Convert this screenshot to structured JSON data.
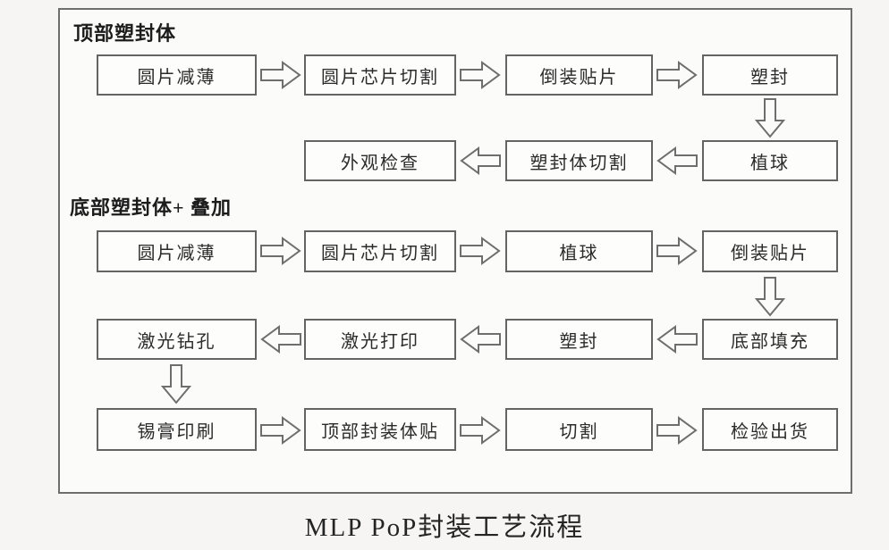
{
  "flow": {
    "section1_title": "顶部塑封体",
    "section2_title": "底部塑封体+ 叠加",
    "caption": "MLP PoP封装工艺流程",
    "rows": [
      {
        "direction": "right",
        "boxes": [
          "圆片减薄",
          "圆片芯片切割",
          "倒装贴片",
          "塑封"
        ]
      },
      {
        "direction": "left",
        "boxes": [
          "外观检查",
          "塑封体切割",
          "植球"
        ]
      },
      {
        "direction": "right",
        "boxes": [
          "圆片减薄",
          "圆片芯片切割",
          "植球",
          "倒装贴片"
        ]
      },
      {
        "direction": "left",
        "boxes": [
          "激光钻孔",
          "激光打印",
          "塑封",
          "底部填充"
        ]
      },
      {
        "direction": "right",
        "boxes": [
          "锡膏印刷",
          "顶部封装体贴",
          "切割",
          "检验出货"
        ]
      }
    ],
    "colors": {
      "border": "#6e6e6e",
      "box_fill": "#fdfdfc",
      "text": "#2b2b2b",
      "page_bg": "#f6f5f3"
    }
  }
}
